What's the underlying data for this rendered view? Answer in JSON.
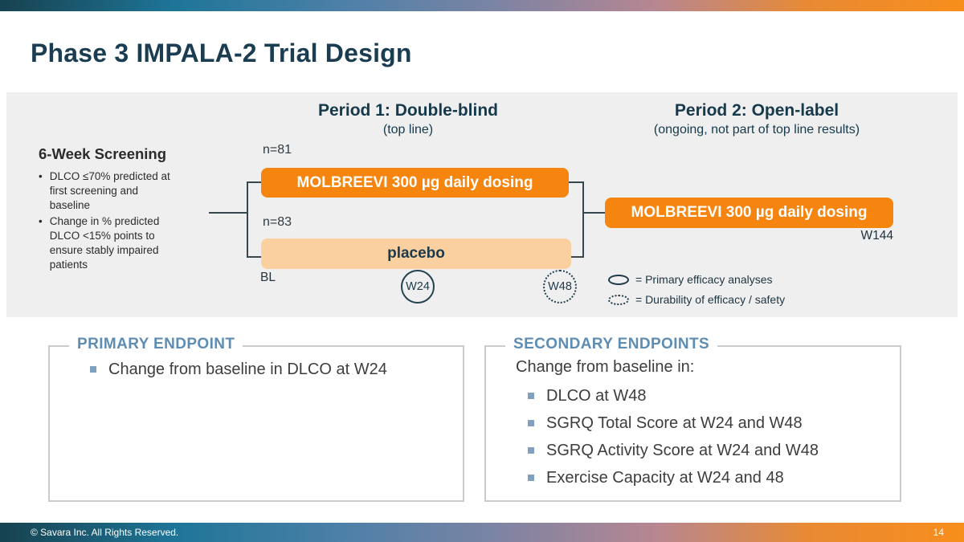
{
  "slide": {
    "title": "Phase 3 IMPALA-2 Trial Design",
    "footer_text": "© Savara Inc. All Rights Reserved.",
    "page_number": "14"
  },
  "diagram": {
    "period1": {
      "title": "Period 1: Double-blind",
      "subtitle": "(top line)"
    },
    "period2": {
      "title": "Period 2: Open-label",
      "subtitle": "(ongoing, not part of top line results)"
    },
    "screening": {
      "title": "6-Week Screening",
      "bullets": [
        "DLCO ≤70% predicted at first screening and baseline",
        "Change in % predicted DLCO <15% points to ensure stably impaired patients"
      ]
    },
    "arm1": {
      "n_label": "n=81",
      "label": "MOLBREEVI 300 µg daily dosing"
    },
    "arm2": {
      "n_label": "n=83",
      "label": "placebo"
    },
    "open_label_arm": {
      "label": "MOLBREEVI 300 µg daily dosing",
      "end_label": "W144"
    },
    "timeline": {
      "baseline_label": "BL",
      "w24_label": "W24",
      "w48_label": "W48"
    },
    "legend": [
      {
        "marker": "solid-ellipse",
        "text": "= Primary efficacy analyses"
      },
      {
        "marker": "dotted-ellipse",
        "text": "= Durability of efficacy / safety"
      }
    ]
  },
  "endpoints": {
    "primary": {
      "title": "PRIMARY ENDPOINT",
      "bullets": [
        "Change from baseline in DLCO at W24"
      ]
    },
    "secondary": {
      "title": "SECONDARY ENDPOINTS",
      "intro": "Change from baseline in:",
      "bullets": [
        "DLCO at W48",
        "SGRQ Total Score at W24 and W48",
        "SGRQ Activity Score at W24 and W48",
        "Exercise Capacity at W24 and 48"
      ]
    }
  },
  "colors": {
    "accent_orange": "#f6850f",
    "light_orange": "#fbd0a0",
    "navy": "#16394b",
    "steel_blue": "#5e8db4",
    "panel_gray": "#efefef"
  }
}
